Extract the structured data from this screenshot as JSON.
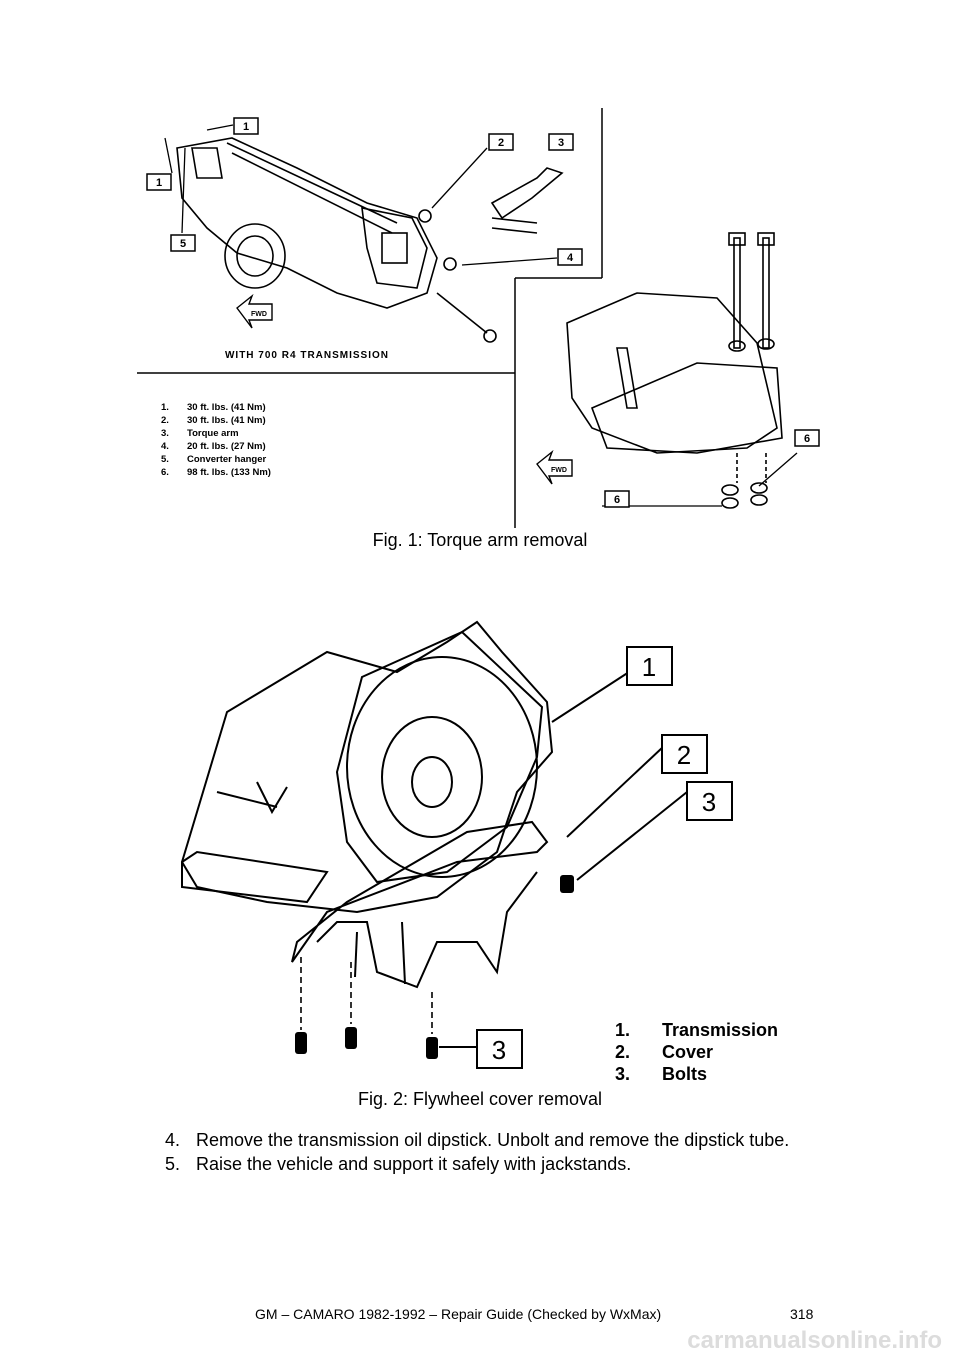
{
  "figure1": {
    "caption": "Fig. 1: Torque arm removal",
    "diagram_title": "WITH 700 R4 TRANSMISSION",
    "fwd_label": "FWD",
    "callouts": [
      "1",
      "1",
      "2",
      "3",
      "4",
      "5",
      "6",
      "6"
    ],
    "legend": [
      {
        "num": "1.",
        "text": "30 ft. lbs. (41 Nm)"
      },
      {
        "num": "2.",
        "text": "30 ft. lbs. (41 Nm)"
      },
      {
        "num": "3.",
        "text": "Torque arm"
      },
      {
        "num": "4.",
        "text": "20 ft. lbs. (27 Nm)"
      },
      {
        "num": "5.",
        "text": "Converter hanger"
      },
      {
        "num": "6.",
        "text": "98 ft. lbs. (133 Nm)"
      }
    ]
  },
  "figure2": {
    "caption": "Fig. 2: Flywheel cover removal",
    "callouts": [
      "1",
      "2",
      "3",
      "3"
    ],
    "legend": [
      {
        "num": "1.",
        "text": "Transmission"
      },
      {
        "num": "2.",
        "text": "Cover"
      },
      {
        "num": "3.",
        "text": "Bolts"
      }
    ]
  },
  "steps": [
    {
      "num": "4.",
      "text": "Remove the transmission oil dipstick. Unbolt and remove the dipstick tube."
    },
    {
      "num": "5.",
      "text": "Raise the vehicle and support it safely with jackstands."
    }
  ],
  "footer": {
    "title": "GM – CAMARO 1982-1992 – Repair Guide (Checked by WxMax)",
    "page": "318"
  },
  "watermark": "carmanualsonline.info"
}
